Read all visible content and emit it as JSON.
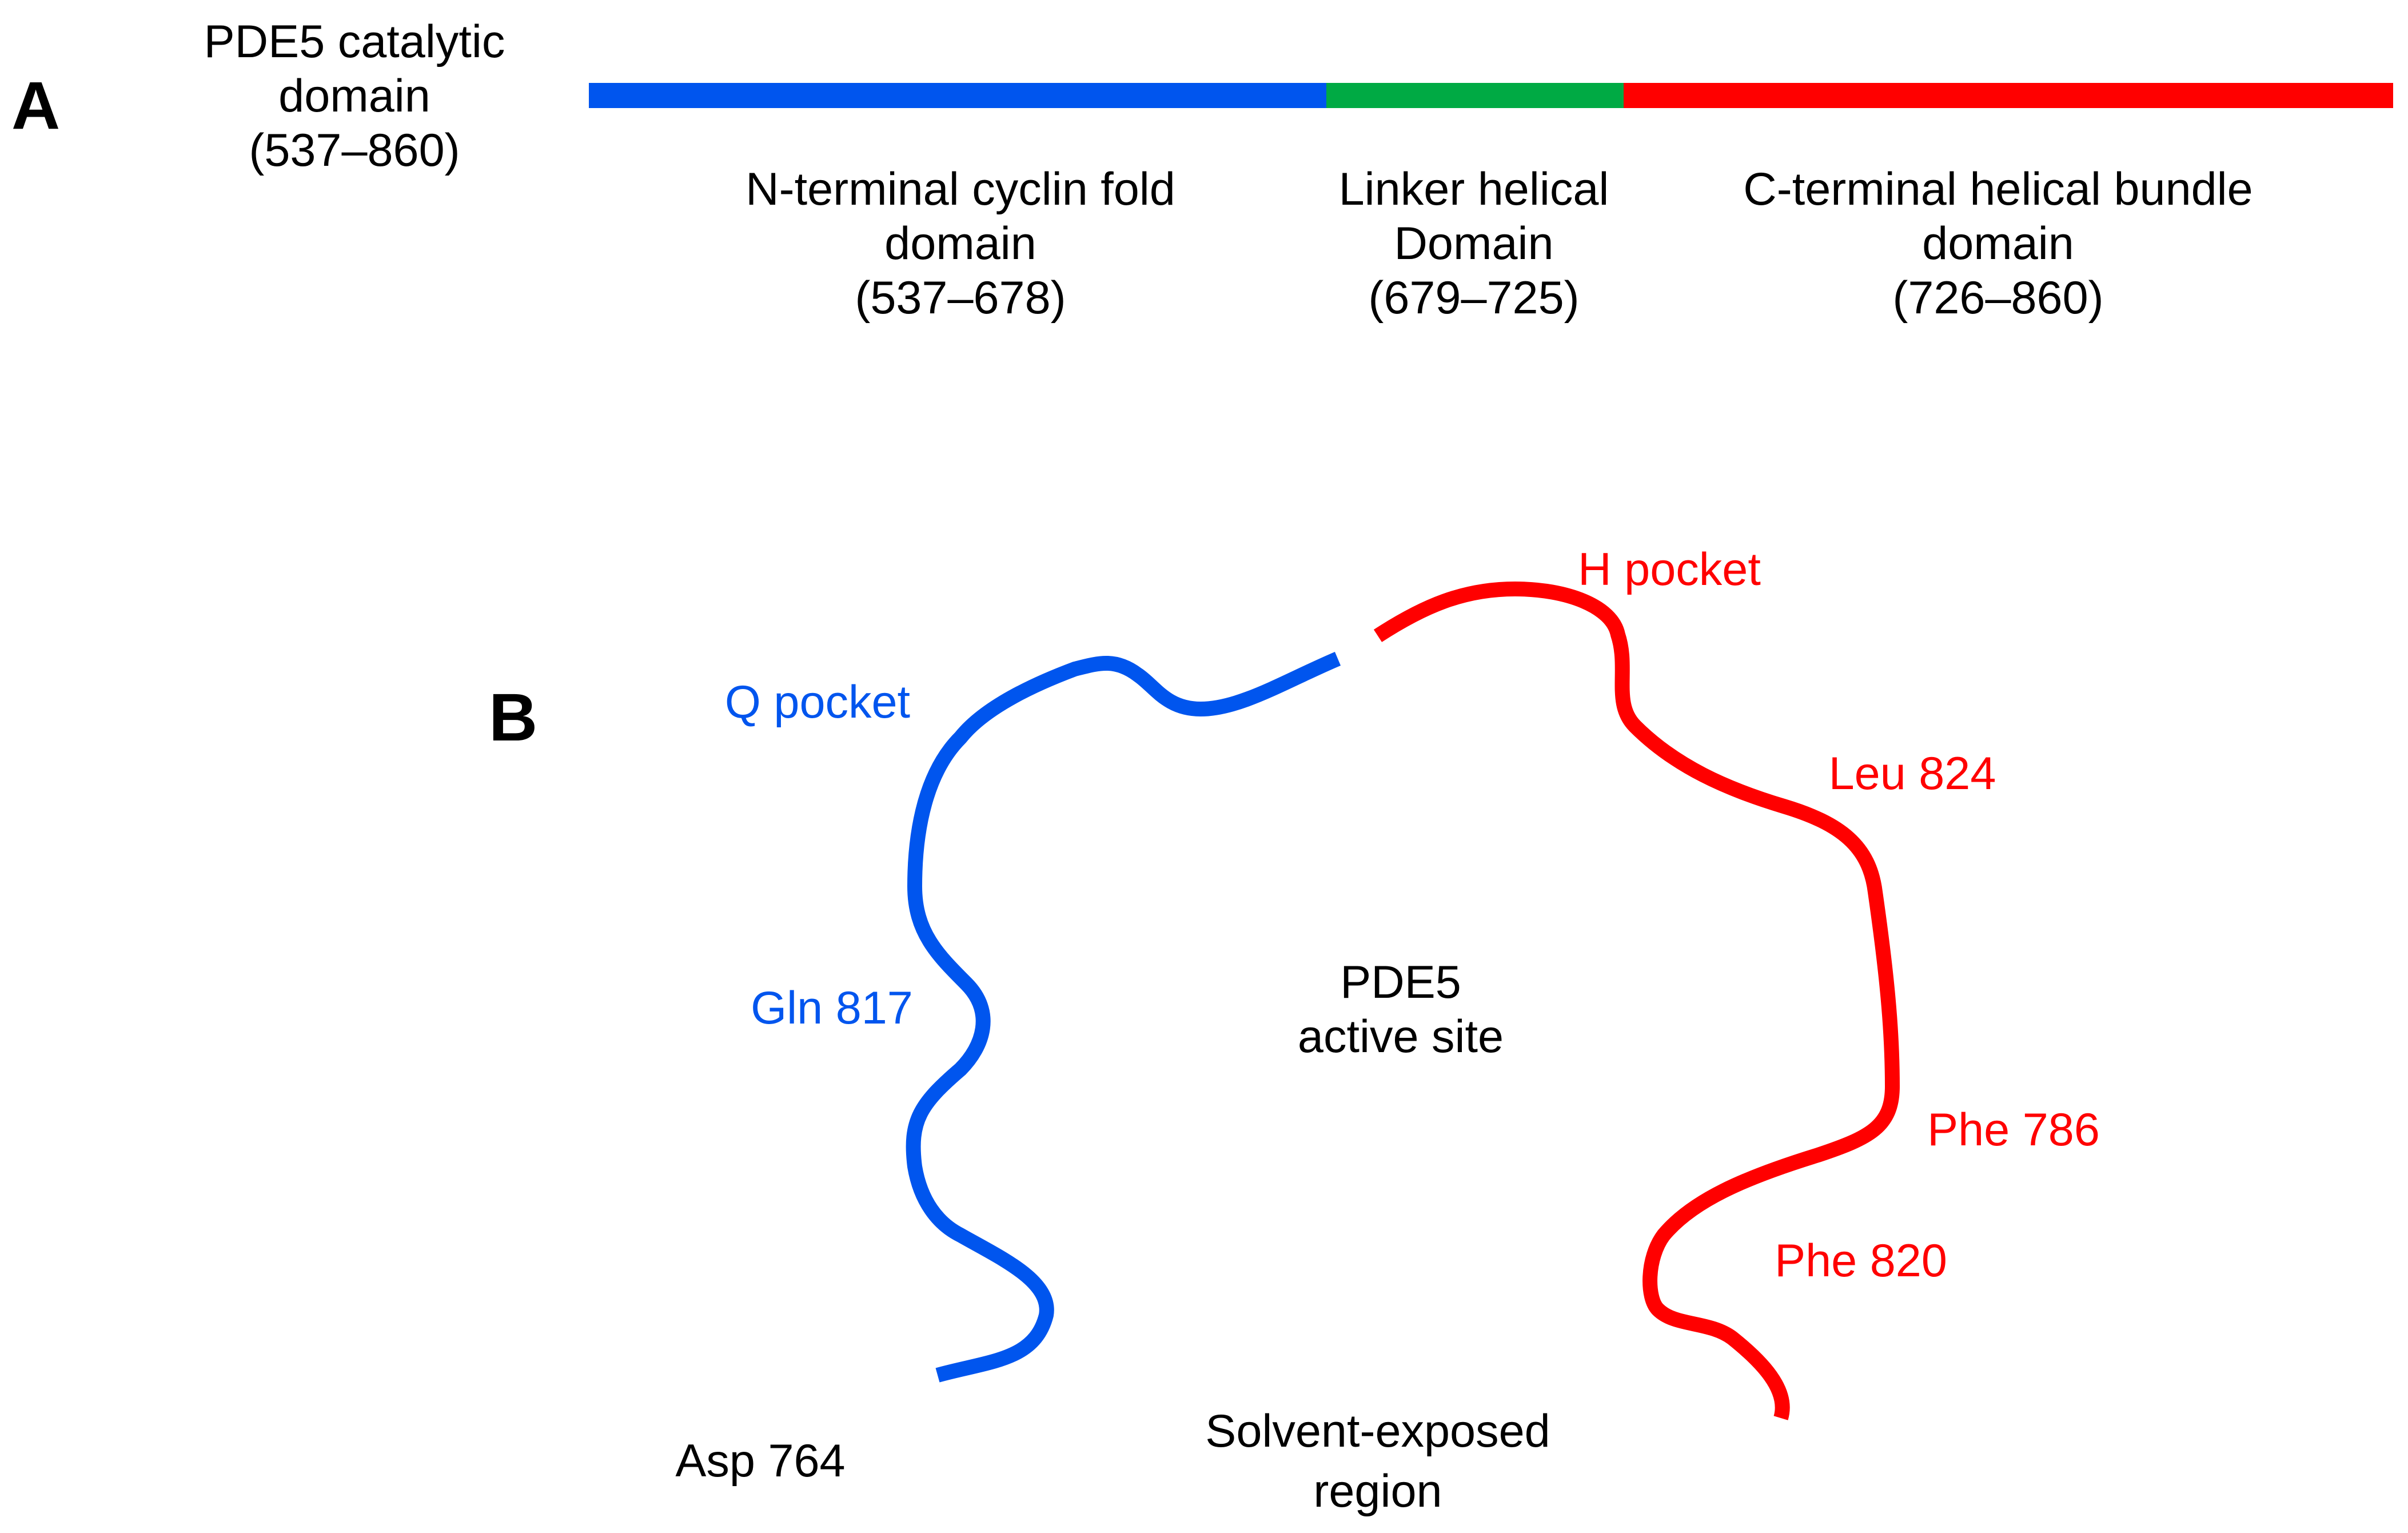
{
  "colors": {
    "n_terminal": "#0055ee",
    "linker": "#00aa44",
    "c_terminal": "#ff0000",
    "text": "#000000"
  },
  "panel_a": {
    "letter": "A",
    "catalytic_domain": {
      "line1": "PDE5 catalytic",
      "line2": "domain",
      "line3": "(537–860)"
    },
    "domains": [
      {
        "line1": "N-terminal cyclin fold",
        "line2": "domain",
        "range": "(537–678)",
        "color": "#0055ee"
      },
      {
        "line1": "Linker helical",
        "line2": "Domain",
        "range": "(679–725)",
        "color": "#00aa44"
      },
      {
        "line1": "C-terminal helical bundle",
        "line2": "domain",
        "range": "(726–860)",
        "color": "#ff0000"
      }
    ]
  },
  "panel_b": {
    "letter": "B",
    "q_pocket": "Q pocket",
    "h_pocket": "H pocket",
    "residues": {
      "gln817": "Gln 817",
      "leu824": "Leu 824",
      "phe786": "Phe 786",
      "phe820": "Phe 820",
      "asp764": "Asp 764"
    },
    "active_site": {
      "line1": "PDE5",
      "line2": "active site"
    },
    "solvent": {
      "line1": "Solvent-exposed",
      "line2": "region"
    }
  }
}
